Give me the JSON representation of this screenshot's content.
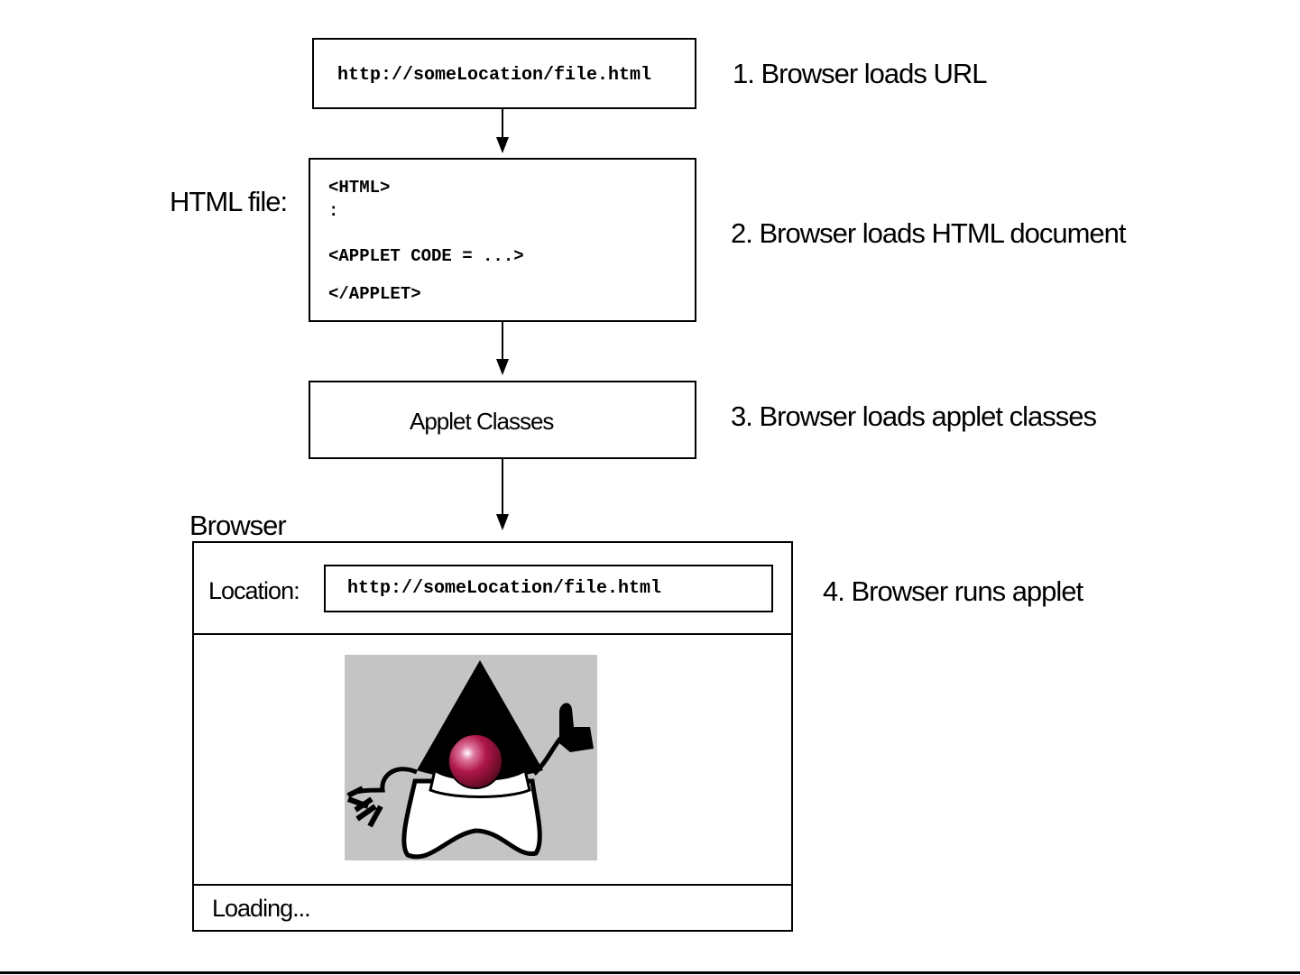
{
  "step1": {
    "url_box": "http://someLocation/file.html",
    "label": "1. Browser loads URL"
  },
  "step2": {
    "side_label": "HTML file:",
    "lines": [
      "<HTML>",
      ":",
      "<APPLET CODE = ...>",
      "</APPLET>"
    ],
    "label": "2. Browser loads HTML document"
  },
  "step3": {
    "box_label": "Applet Classes",
    "label": "3. Browser loads applet classes"
  },
  "step4": {
    "window_title": "Browser",
    "location_label": "Location:",
    "location_value": "http://someLocation/file.html",
    "status": "Loading...",
    "label": "4. Browser runs applet",
    "image": "duke-mascot-waving"
  }
}
